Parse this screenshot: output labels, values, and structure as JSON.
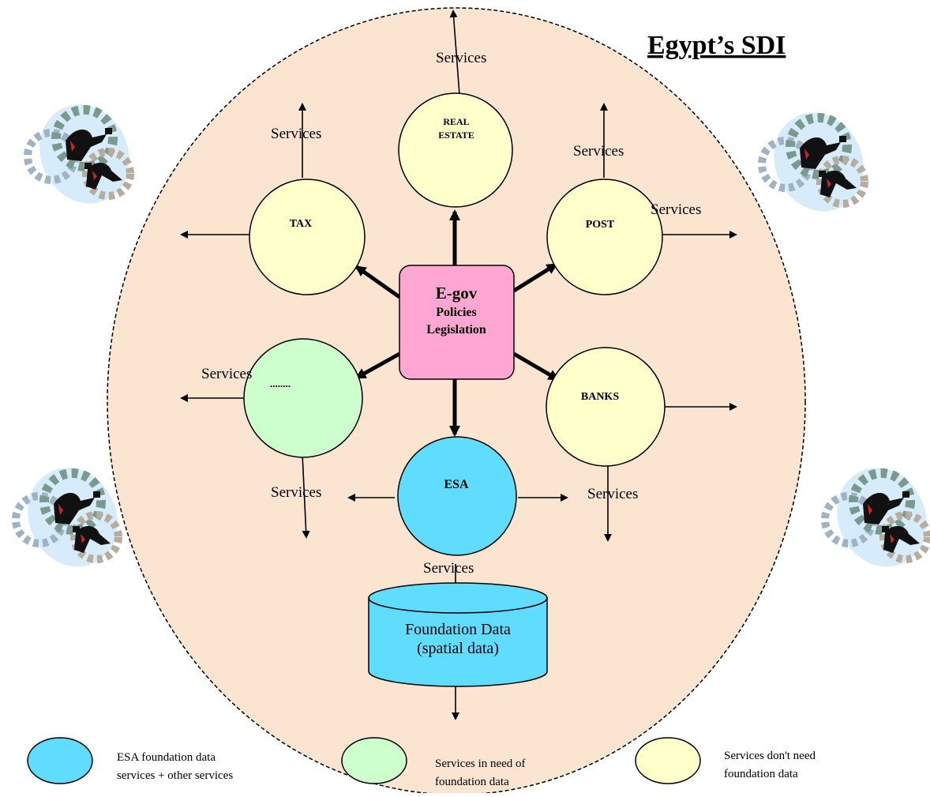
{
  "title": "Egypt’s SDI",
  "center": {
    "title": "E-gov",
    "line1": "Policies",
    "line2": "Legislation"
  },
  "nodes": {
    "real_estate": {
      "line1": "REAL",
      "line2": "ESTATE"
    },
    "tax": "TAX",
    "post": "POST",
    "banks": "BANKS",
    "other": "........",
    "esa": "ESA"
  },
  "database": {
    "line1": "Foundation Data",
    "line2": "(spatial data)"
  },
  "service_labels": {
    "top": "Services",
    "tax": "Services",
    "post_top": "Services",
    "post_right": "Services",
    "other_left": "Services",
    "other_bottom": "Services",
    "banks_bottom": "Services",
    "esa_bottom": "Services"
  },
  "legend": [
    {
      "line1": "ESA foundation data",
      "line2": "services + other services",
      "color": "#5fdcff"
    },
    {
      "line1": "Services in need of",
      "line2": "foundation data",
      "color": "#ccffcc"
    },
    {
      "line1": "Services don't need",
      "line2": "foundation data",
      "color": "#ffffcc"
    }
  ],
  "colors": {
    "sdi_fill": "#fbe5d0",
    "center_fill": "#ffa6d2",
    "esa_fill": "#5fdcff",
    "need_fill": "#ccffcc",
    "noneed_fill": "#ffffcc",
    "database_fill": "#5fdcff"
  },
  "decorations": [
    {
      "name": "business-people-clipart-icon"
    },
    {
      "name": "business-people-clipart-icon"
    },
    {
      "name": "business-people-clipart-icon"
    },
    {
      "name": "business-people-clipart-icon"
    }
  ]
}
